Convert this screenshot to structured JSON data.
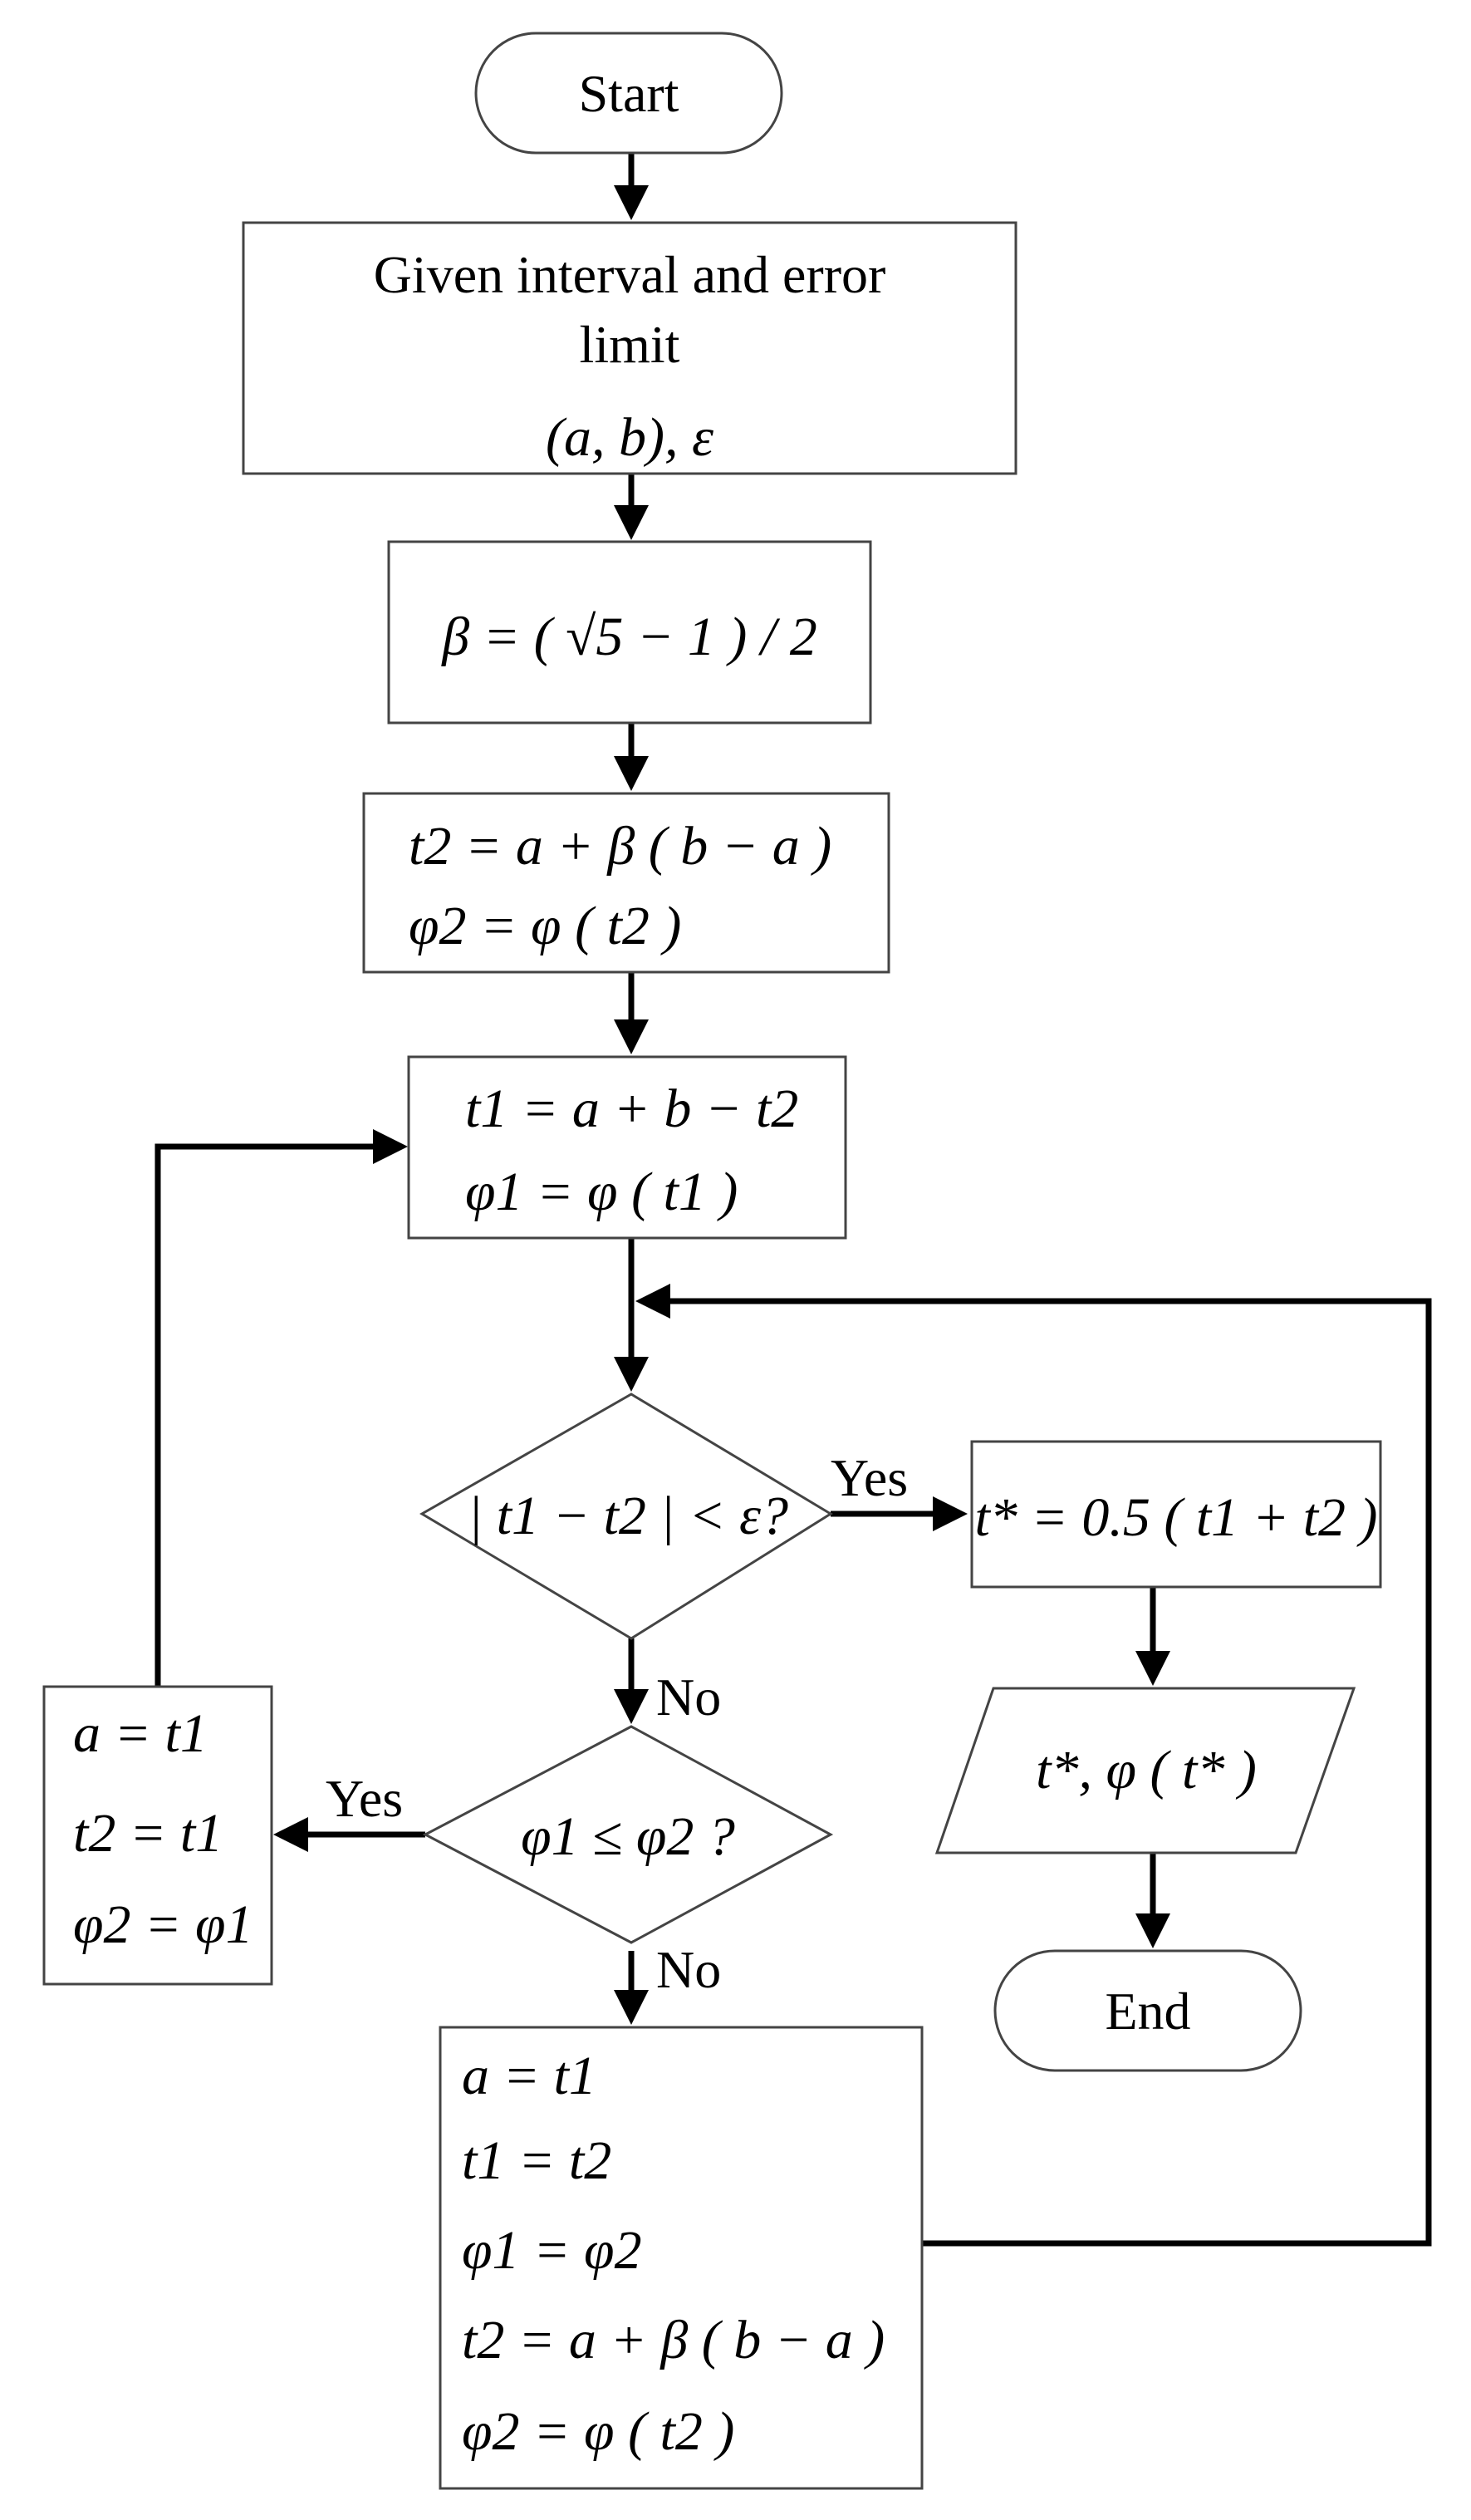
{
  "terminals": {
    "start": "Start",
    "end": "End"
  },
  "input_box": {
    "line1": "Given interval and error",
    "line2": "limit",
    "line3": "(a, b), ε"
  },
  "beta_box": {
    "text": "β = ( √5 − 1 ) / 2"
  },
  "init_t2_box": {
    "line1": "t2 = a + β ( b − a )",
    "line2": "φ2 = φ ( t2 )"
  },
  "compute_t1_box": {
    "line1": "t1 = a + b − t2",
    "line2": "φ1 = φ ( t1 )"
  },
  "convergence_check": {
    "text": "| t1 − t2 | < ε?"
  },
  "compare_check": {
    "text": "φ1 ≤ φ2 ?"
  },
  "result_box": {
    "text": "t* = 0.5 ( t1 + t2 )"
  },
  "output": {
    "text": "t*, φ ( t* )"
  },
  "left_update_box": {
    "line1": "a = t1",
    "line2": "t2 = t1",
    "line3": "φ2 = φ1"
  },
  "right_update_box": {
    "line1": "a = t1",
    "line2": "t1 = t2",
    "line3": "φ1 = φ2",
    "line4": "t2 = a + β ( b − a )",
    "line5": "φ2 = φ ( t2 )"
  },
  "labels": {
    "yes_converged": "Yes",
    "no_converged": "No",
    "yes_compare": "Yes",
    "no_compare": "No"
  }
}
